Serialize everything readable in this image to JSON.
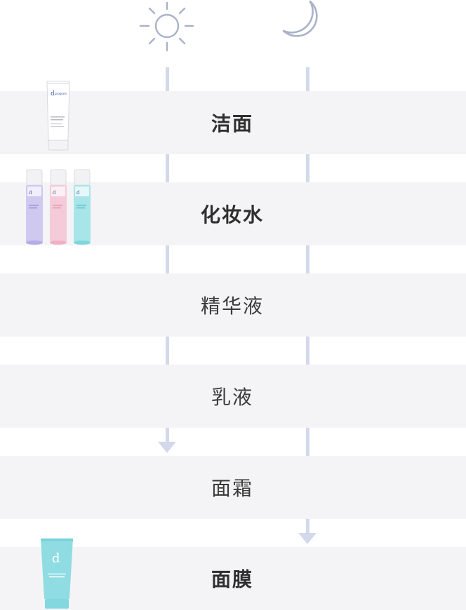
{
  "header": {
    "day_icon": "sun-icon",
    "night_icon": "moon-icon"
  },
  "steps": [
    {
      "label": "洁面",
      "bold": true,
      "product": "cleanser-tube"
    },
    {
      "label": "化妆水",
      "bold": true,
      "product": "lotion-bottles"
    },
    {
      "label": "精华液",
      "bold": false,
      "product": ""
    },
    {
      "label": "乳液",
      "bold": false,
      "product": ""
    },
    {
      "label": "面霜",
      "bold": false,
      "product": ""
    },
    {
      "label": "面膜",
      "bold": true,
      "product": "mask-tube"
    }
  ],
  "products": {
    "tube_brand": "d program",
    "bottle_brand": "d program",
    "mask_brand": "d"
  },
  "colors": {
    "row_bg": "#f4f4f6",
    "line": "#d3d9ea",
    "icon_stroke": "#a9b2c8",
    "text": "#333333",
    "lotion_purple": "#cbc3ee",
    "lotion_pink": "#f5c6d6",
    "lotion_teal": "#9fe3e8",
    "mask_teal": "#8fdde3"
  }
}
